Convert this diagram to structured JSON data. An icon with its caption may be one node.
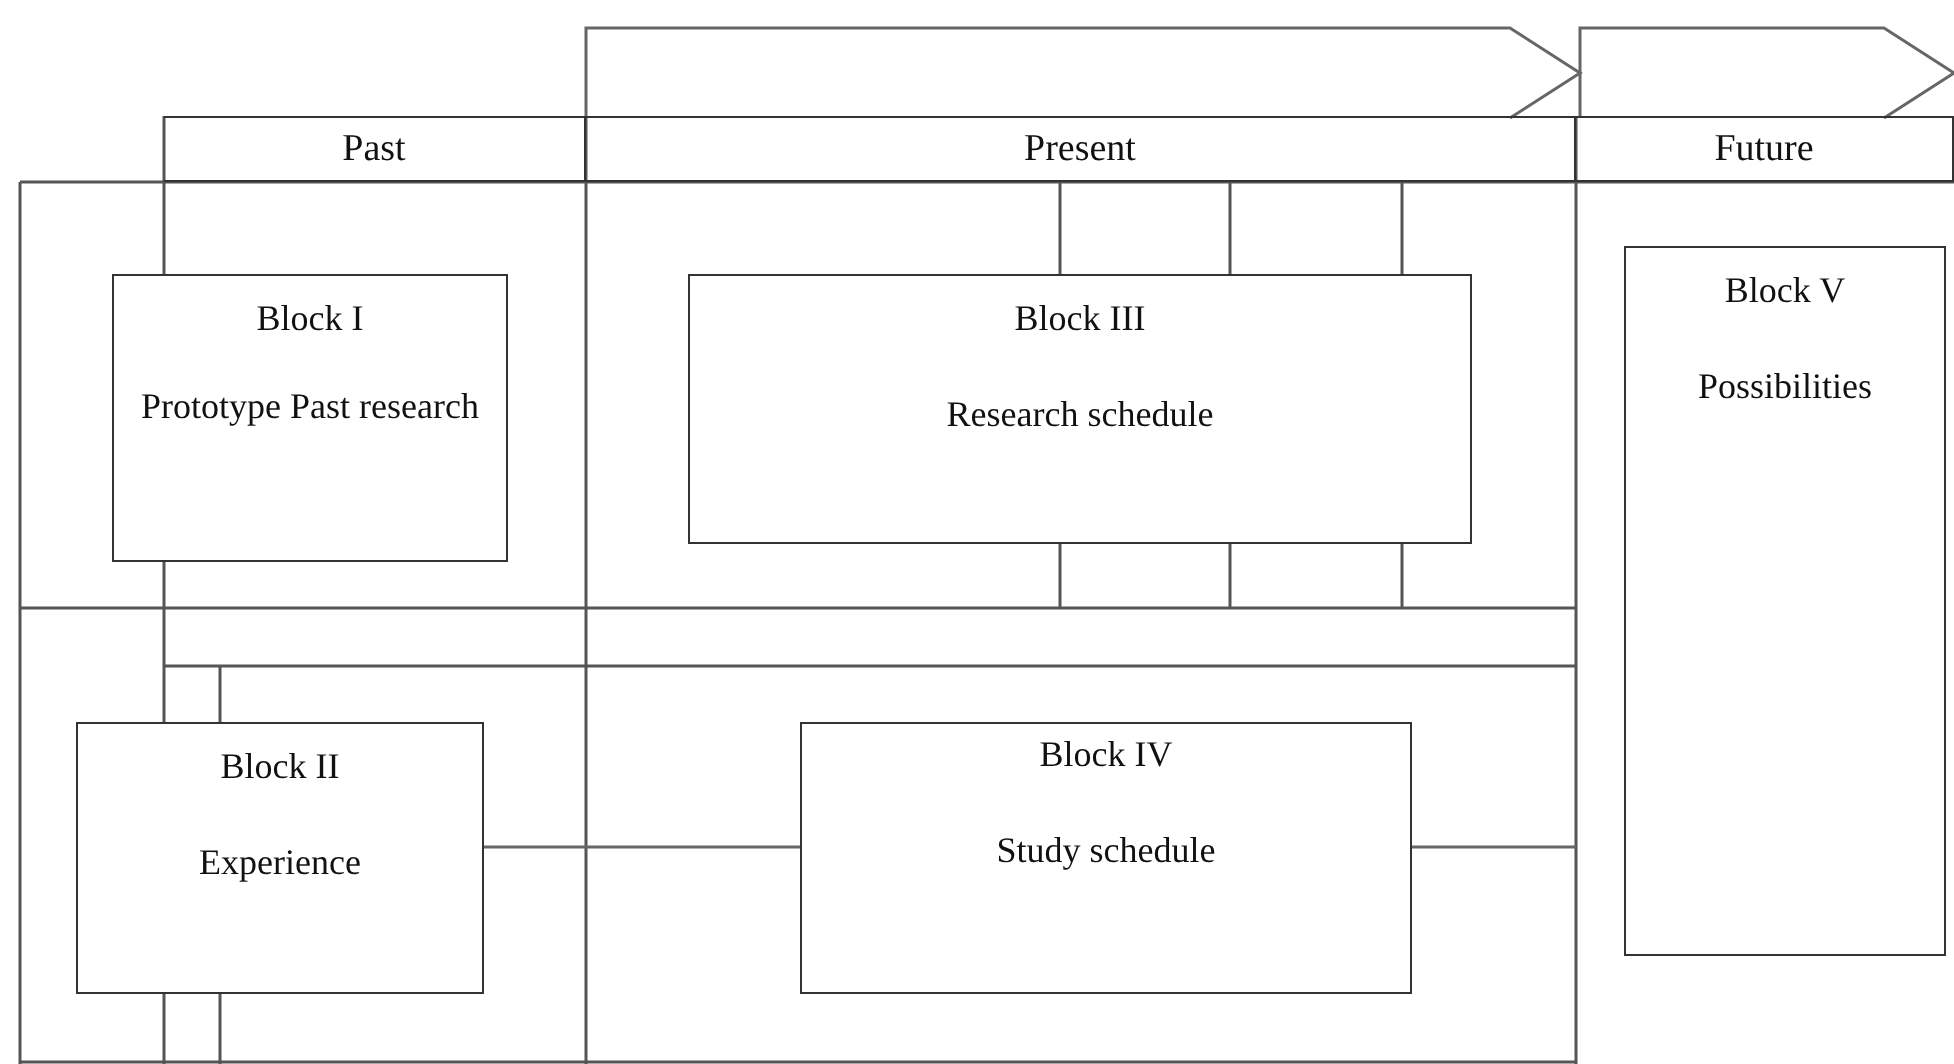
{
  "diagram": {
    "nodes": [
      {
        "text": [],
        "shape": "chevron"
      },
      {
        "text": [],
        "shape": "chevron"
      },
      {
        "text": [
          "Past"
        ]
      },
      {
        "text": [
          "Present"
        ]
      },
      {
        "text": [
          "Future"
        ]
      },
      {
        "text": [
          "Block I",
          "Prototype Past research"
        ]
      },
      {
        "text": [
          "Block III",
          "Research schedule"
        ]
      },
      {
        "text": [
          "Block V",
          "Possibilities"
        ]
      },
      {
        "text": [
          "Block II",
          "Experience"
        ]
      },
      {
        "text": [
          "Block IV",
          "Study schedule"
        ]
      }
    ],
    "edges": [
      {
        "from": 8,
        "to": 9,
        "arrow": "none"
      },
      {
        "from": 9,
        "to": null,
        "arrow": "none"
      }
    ]
  }
}
